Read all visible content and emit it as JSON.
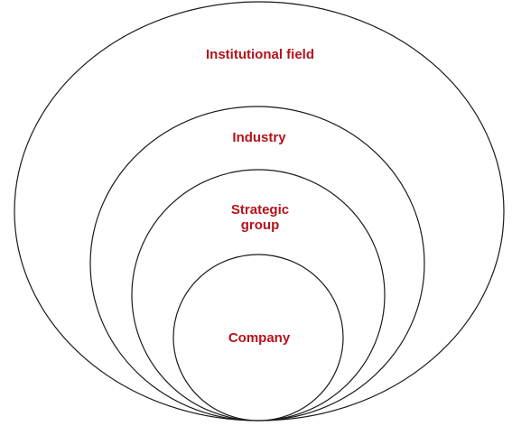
{
  "colors": {
    "label": "#b5121b",
    "stroke": "#1a1a1a",
    "background": "#ffffff"
  },
  "levels": [
    {
      "label_lines": [
        "Institutional field"
      ]
    },
    {
      "label_lines": [
        "Industry"
      ]
    },
    {
      "label_lines": [
        "Strategic",
        "group"
      ]
    },
    {
      "label_lines": [
        "Company"
      ]
    }
  ]
}
